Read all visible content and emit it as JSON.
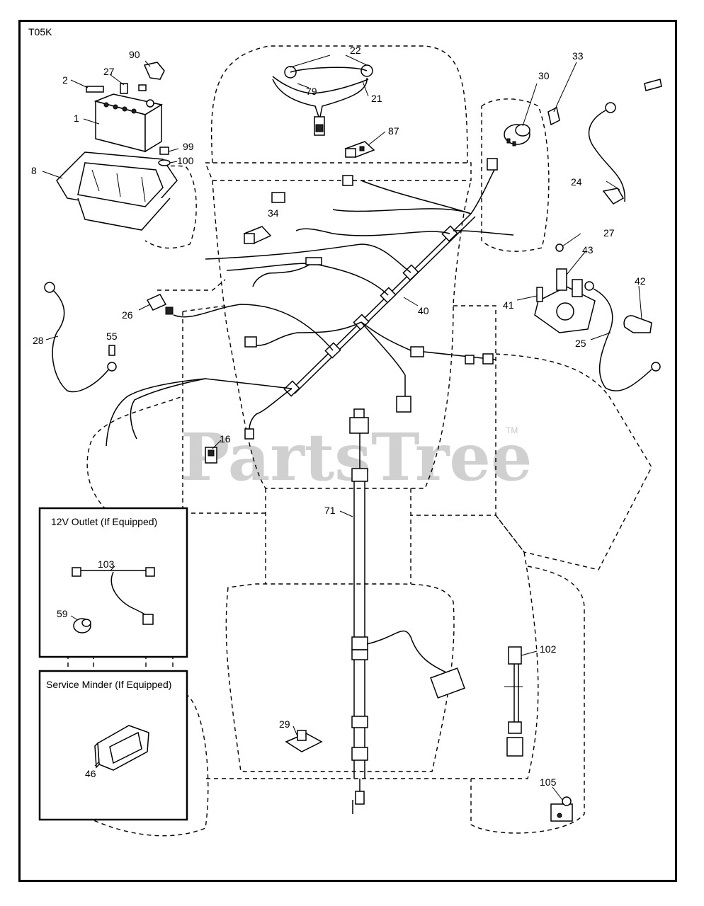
{
  "diagram_code": "T05K",
  "watermark": "PartsTree",
  "trademark": "TM",
  "insets": {
    "outlet_title": "12V Outlet (If Equipped)",
    "minder_title": "Service Minder (If Equipped)"
  },
  "callouts": {
    "c1": "1",
    "c2": "2",
    "c8": "8",
    "c16": "16",
    "c21": "21",
    "c22": "22",
    "c24": "24",
    "c25": "25",
    "c26": "26",
    "c27a": "27",
    "c27b": "27",
    "c28": "28",
    "c29": "29",
    "c30": "30",
    "c33": "33",
    "c34": "34",
    "c40": "40",
    "c41": "41",
    "c42": "42",
    "c43": "43",
    "c46": "46",
    "c55": "55",
    "c59": "59",
    "c71": "71",
    "c79": "79",
    "c87": "87",
    "c90": "90",
    "c99": "99",
    "c100": "100",
    "c102": "102",
    "c103": "103",
    "c105": "105"
  }
}
